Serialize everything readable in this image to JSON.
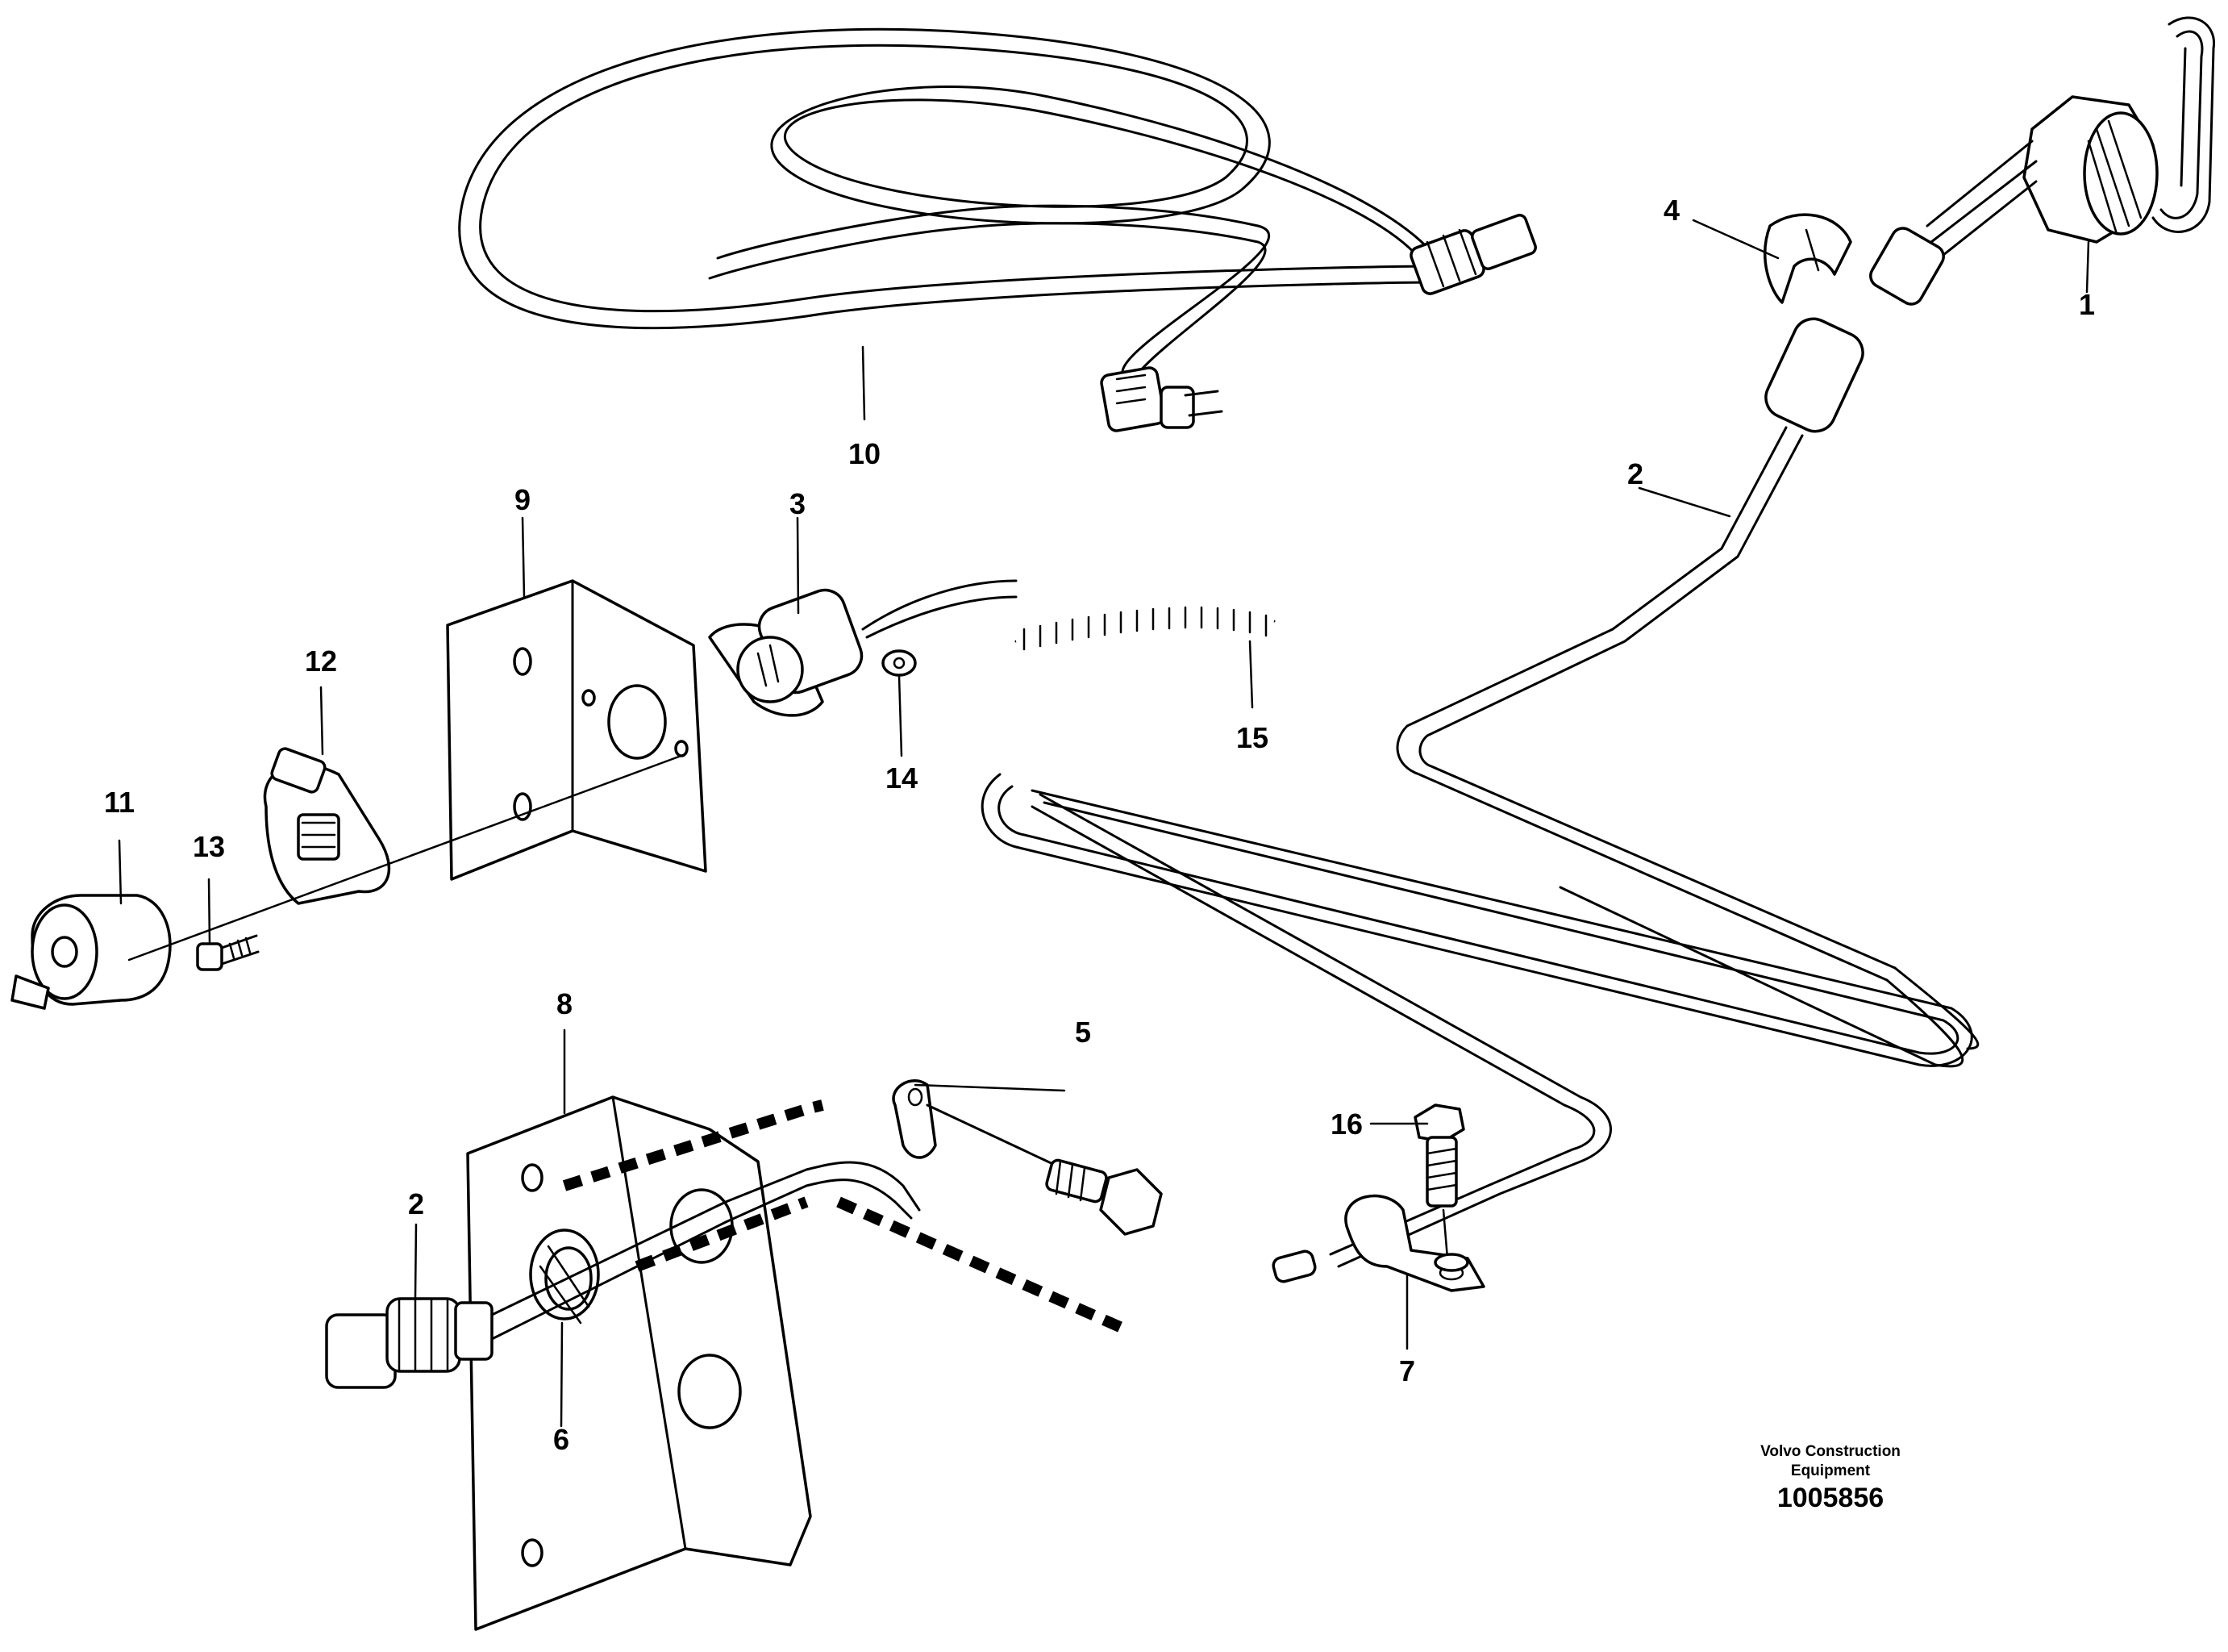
{
  "parts": [
    {
      "num": "1"
    },
    {
      "num": "2"
    },
    {
      "num": "2"
    },
    {
      "num": "3"
    },
    {
      "num": "4"
    },
    {
      "num": "5"
    },
    {
      "num": "6"
    },
    {
      "num": "7"
    },
    {
      "num": "8"
    },
    {
      "num": "9"
    },
    {
      "num": "10"
    },
    {
      "num": "11"
    },
    {
      "num": "12"
    },
    {
      "num": "13"
    },
    {
      "num": "14"
    },
    {
      "num": "15"
    },
    {
      "num": "16"
    }
  ],
  "caption": {
    "brand_line1": "Volvo Construction",
    "brand_line2": "Equipment",
    "doc_number": "1005856"
  }
}
